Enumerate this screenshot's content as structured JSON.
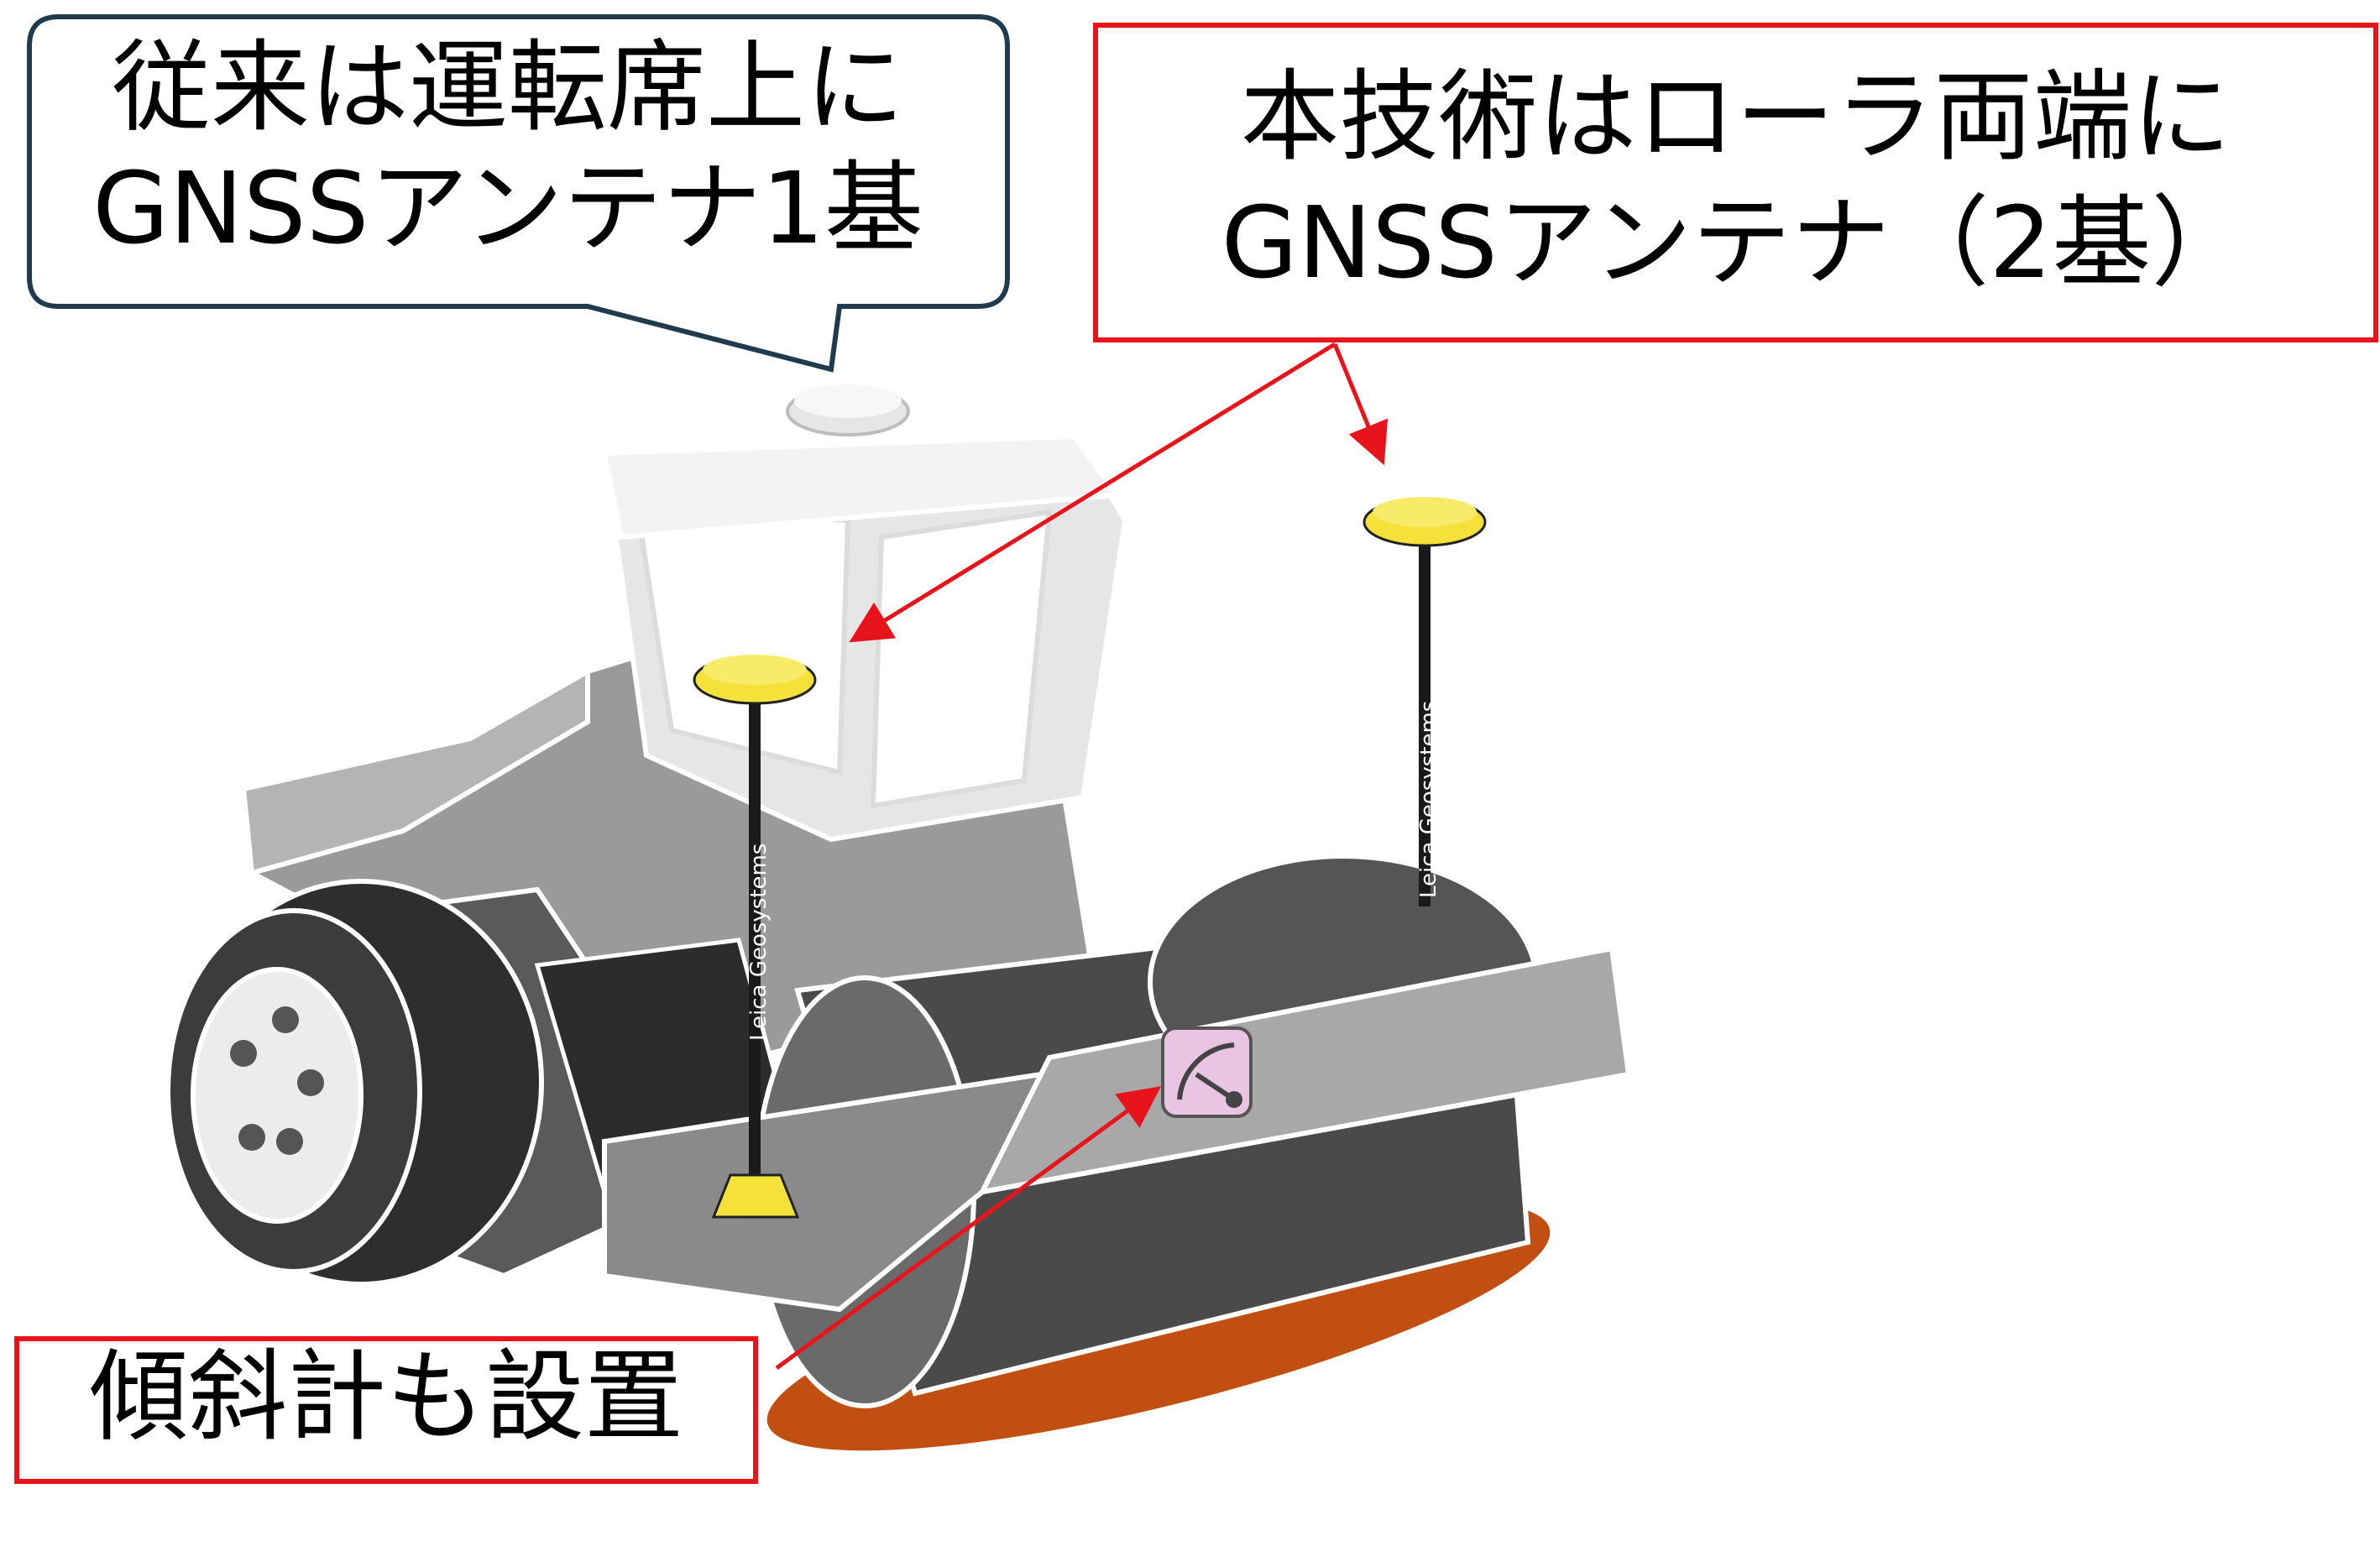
{
  "callouts": {
    "conventional": {
      "line1": "従来は運転席上に",
      "line2": "GNSSアンテナ1基"
    },
    "this_technique": {
      "line1": "本技術はローラ両端に",
      "line2": "GNSSアンテナ（2基）"
    },
    "inclinometer": {
      "text": "傾斜計も設置"
    }
  },
  "antenna_brand": "Leica Geosystems",
  "colors": {
    "callout_red": "#e8141c",
    "callout_dark": "#1f3b4d",
    "antenna_yellow": "#f4e13a",
    "ground_orange": "#c24f12",
    "inclinometer_pink": "#e9c4e3"
  }
}
